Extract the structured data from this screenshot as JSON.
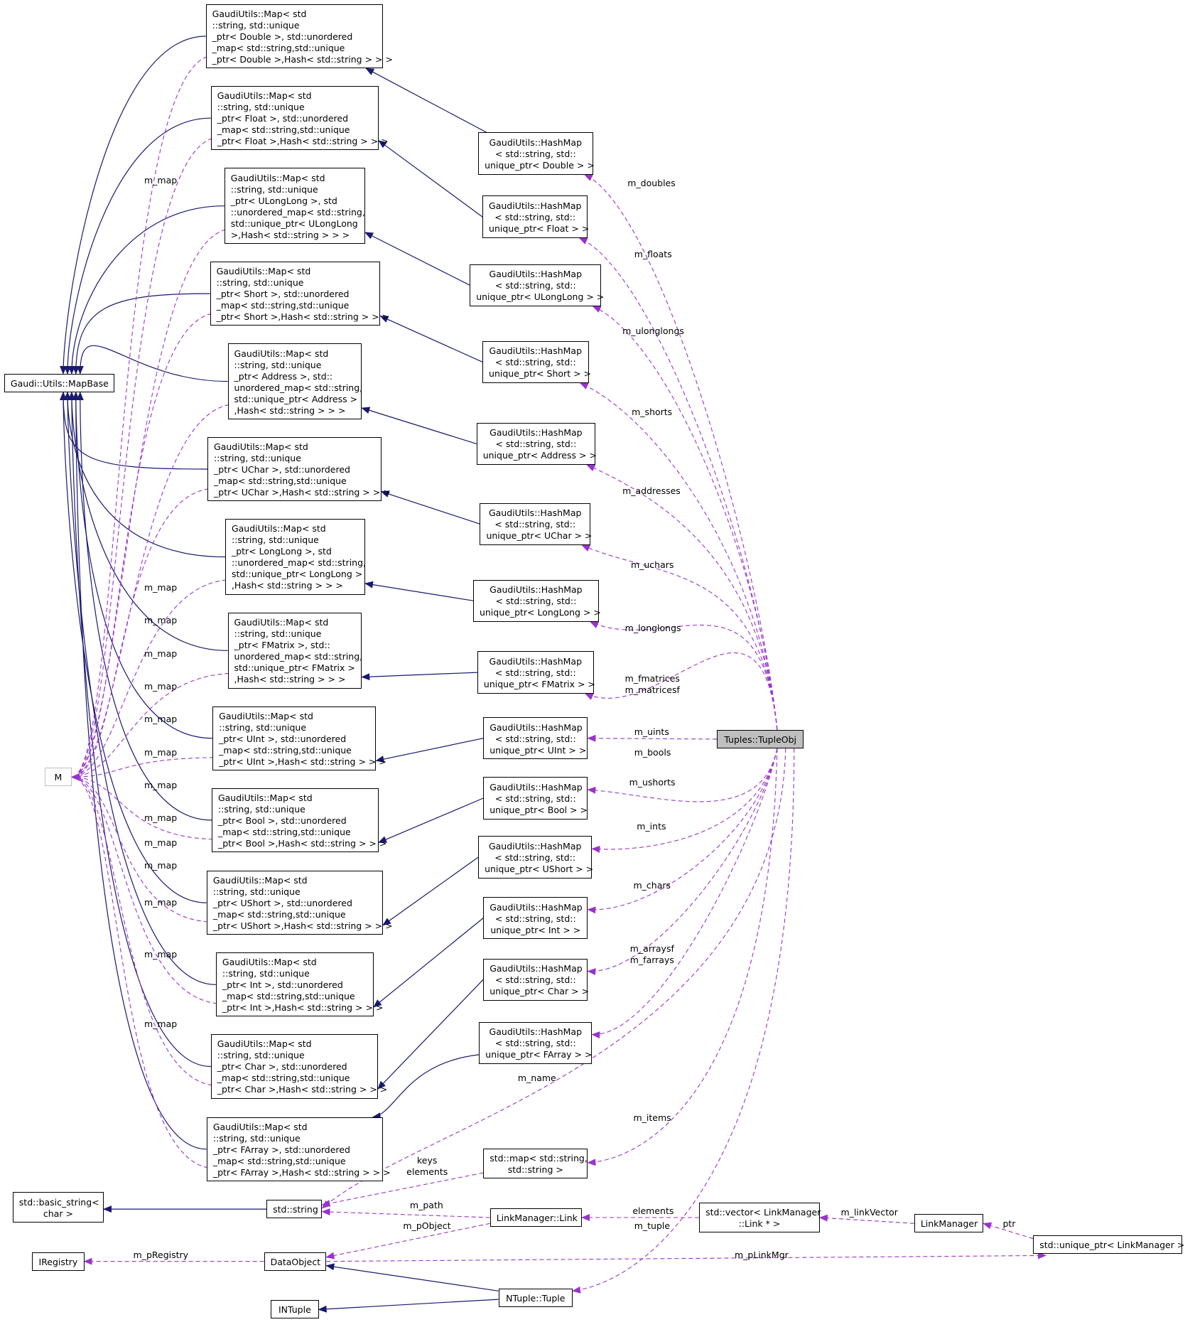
{
  "nodes": {
    "map_double": [
      "GaudiUtils::Map< std",
      "::string, std::unique",
      "_ptr< Double >, std::unordered",
      "_map< std::string,std::unique",
      "_ptr< Double >,Hash< std::string > > >"
    ],
    "map_float": [
      "GaudiUtils::Map< std",
      "::string, std::unique",
      "_ptr< Float >, std::unordered",
      "_map< std::string,std::unique",
      "_ptr< Float >,Hash< std::string > > >"
    ],
    "map_ulonglong": [
      "GaudiUtils::Map< std",
      "::string, std::unique",
      "_ptr< ULongLong >, std",
      "::unordered_map< std::string,",
      "std::unique_ptr< ULongLong",
      ">,Hash< std::string > > >"
    ],
    "map_short": [
      "GaudiUtils::Map< std",
      "::string, std::unique",
      "_ptr< Short >, std::unordered",
      "_map< std::string,std::unique",
      "_ptr< Short >,Hash< std::string > > >"
    ],
    "map_address": [
      "GaudiUtils::Map< std",
      "::string, std::unique",
      "_ptr< Address >, std::",
      "unordered_map< std::string,",
      "std::unique_ptr< Address >",
      ",Hash< std::string > > >"
    ],
    "map_uchar": [
      "GaudiUtils::Map< std",
      "::string, std::unique",
      "_ptr< UChar >, std::unordered",
      "_map< std::string,std::unique",
      "_ptr< UChar >,Hash< std::string > > >"
    ],
    "map_longlong": [
      "GaudiUtils::Map< std",
      "::string, std::unique",
      "_ptr< LongLong >, std",
      "::unordered_map< std::string,",
      "std::unique_ptr< LongLong >",
      ",Hash< std::string > > >"
    ],
    "map_fmatrix": [
      "GaudiUtils::Map< std",
      "::string, std::unique",
      "_ptr< FMatrix >, std::",
      "unordered_map< std::string,",
      "std::unique_ptr< FMatrix >",
      ",Hash< std::string > > >"
    ],
    "map_uint": [
      "GaudiUtils::Map< std",
      "::string, std::unique",
      "_ptr< UInt >, std::unordered",
      "_map< std::string,std::unique",
      "_ptr< UInt >,Hash< std::string > > >"
    ],
    "map_bool": [
      "GaudiUtils::Map< std",
      "::string, std::unique",
      "_ptr< Bool >, std::unordered",
      "_map< std::string,std::unique",
      "_ptr< Bool >,Hash< std::string > > >"
    ],
    "map_ushort": [
      "GaudiUtils::Map< std",
      "::string, std::unique",
      "_ptr< UShort >, std::unordered",
      "_map< std::string,std::unique",
      "_ptr< UShort >,Hash< std::string > > >"
    ],
    "map_int": [
      "GaudiUtils::Map< std",
      "::string, std::unique",
      "_ptr< Int >, std::unordered",
      "_map< std::string,std::unique",
      "_ptr< Int >,Hash< std::string > > >"
    ],
    "map_char": [
      "GaudiUtils::Map< std",
      "::string, std::unique",
      "_ptr< Char >, std::unordered",
      "_map< std::string,std::unique",
      "_ptr< Char >,Hash< std::string > > >"
    ],
    "map_farray": [
      "GaudiUtils::Map< std",
      "::string, std::unique",
      "_ptr< FArray >, std::unordered",
      "_map< std::string,std::unique",
      "_ptr< FArray >,Hash< std::string > > >"
    ],
    "hm_double": [
      "GaudiUtils::HashMap",
      "< std::string, std::",
      "unique_ptr< Double > >"
    ],
    "hm_float": [
      "GaudiUtils::HashMap",
      "< std::string, std::",
      "unique_ptr< Float > >"
    ],
    "hm_ulonglong": [
      "GaudiUtils::HashMap",
      "< std::string, std::",
      "unique_ptr< ULongLong > >"
    ],
    "hm_short": [
      "GaudiUtils::HashMap",
      "< std::string, std::",
      "unique_ptr< Short > >"
    ],
    "hm_address": [
      "GaudiUtils::HashMap",
      "< std::string, std::",
      "unique_ptr< Address > >"
    ],
    "hm_uchar": [
      "GaudiUtils::HashMap",
      "< std::string, std::",
      "unique_ptr< UChar > >"
    ],
    "hm_longlong": [
      "GaudiUtils::HashMap",
      "< std::string, std::",
      "unique_ptr< LongLong > >"
    ],
    "hm_fmatrix": [
      "GaudiUtils::HashMap",
      "< std::string, std::",
      "unique_ptr< FMatrix > >"
    ],
    "hm_uint": [
      "GaudiUtils::HashMap",
      "< std::string, std::",
      "unique_ptr< UInt > >"
    ],
    "hm_bool": [
      "GaudiUtils::HashMap",
      "< std::string, std::",
      "unique_ptr< Bool > >"
    ],
    "hm_ushort": [
      "GaudiUtils::HashMap",
      "< std::string, std::",
      "unique_ptr< UShort > >"
    ],
    "hm_int": [
      "GaudiUtils::HashMap",
      "< std::string, std::",
      "unique_ptr< Int > >"
    ],
    "hm_char": [
      "GaudiUtils::HashMap",
      "< std::string, std::",
      "unique_ptr< Char > >"
    ],
    "hm_farray": [
      "GaudiUtils::HashMap",
      "< std::string, std::",
      "unique_ptr< FArray > >"
    ],
    "mapbase": [
      "Gaudi::Utils::MapBase"
    ],
    "m": [
      "M"
    ],
    "tupleobj": [
      "Tuples::TupleObj"
    ],
    "stdmap": [
      "std::map< std::string,",
      "std::string >"
    ],
    "basic_string": [
      "std::basic_string<",
      "char >"
    ],
    "stdstring": [
      "std::string"
    ],
    "linkmgr_link": [
      "LinkManager::Link"
    ],
    "vector_link": [
      "std::vector< LinkManager",
      "::Link * >"
    ],
    "linkmanager": [
      "LinkManager"
    ],
    "unique_linkmgr": [
      "std::unique_ptr< LinkManager >"
    ],
    "iregistry": [
      "IRegistry"
    ],
    "dataobject": [
      "DataObject"
    ],
    "ntuple_tuple": [
      "NTuple::Tuple"
    ],
    "intuple": [
      "INTuple"
    ]
  },
  "edge_labels": {
    "m_map": "m_map",
    "m_doubles": "m_doubles",
    "m_floats": "m_floats",
    "m_ulonglongs": "m_ulonglongs",
    "m_shorts": "m_shorts",
    "m_addresses": "m_addresses",
    "m_uchars": "m_uchars",
    "m_longlongs": "m_longlongs",
    "m_fmatrices": "m_fmatrices\nm_matricesf",
    "m_uints": "m_uints",
    "m_bools": "m_bools",
    "m_ushorts": "m_ushorts",
    "m_ints": "m_ints",
    "m_chars": "m_chars",
    "m_arrays": "m_arraysf\nm_farrays",
    "m_name": "m_name",
    "m_items": "m_items",
    "keys_elements": "keys\nelements",
    "m_path": "m_path",
    "m_pObject": "m_pObject",
    "elements": "elements",
    "m_tuple": "m_tuple",
    "m_linkVector": "m_linkVector",
    "ptr": "ptr",
    "m_pRegistry": "m_pRegistry",
    "m_pLinkMgr": "m_pLinkMgr"
  },
  "colors": {
    "inheritance": "#191970",
    "usage": "#9a32cd",
    "node_border": "#000000",
    "highlight_fill": "#bfbfbf"
  }
}
